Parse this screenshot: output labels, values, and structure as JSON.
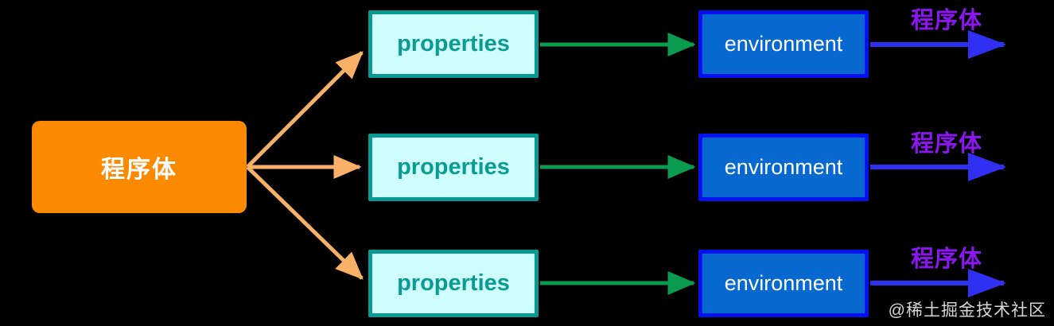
{
  "diagram": {
    "source": {
      "label": "程序体"
    },
    "rows": [
      {
        "mid_label": "properties",
        "right_label": "environment",
        "output_label": "程序体"
      },
      {
        "mid_label": "properties",
        "right_label": "environment",
        "output_label": "程序体"
      },
      {
        "mid_label": "properties",
        "right_label": "environment",
        "output_label": "程序体"
      }
    ],
    "watermark": "@稀土掘金技术社区",
    "colors": {
      "background": "#000000",
      "source_fill": "#FB8A00",
      "source_text": "#FFFFFF",
      "fan_arrow": "#F9B168",
      "properties_fill": "#CFFEFE",
      "properties_border": "#089992",
      "properties_text": "#0A9C94",
      "green_arrow": "#0A9B50",
      "environment_fill": "#0768D0",
      "environment_border": "#0512F0",
      "environment_text": "#FFFFFF",
      "blue_arrow": "#3030F3",
      "output_label_text": "#8B16EF",
      "watermark_text": "#D6D6D6"
    }
  }
}
